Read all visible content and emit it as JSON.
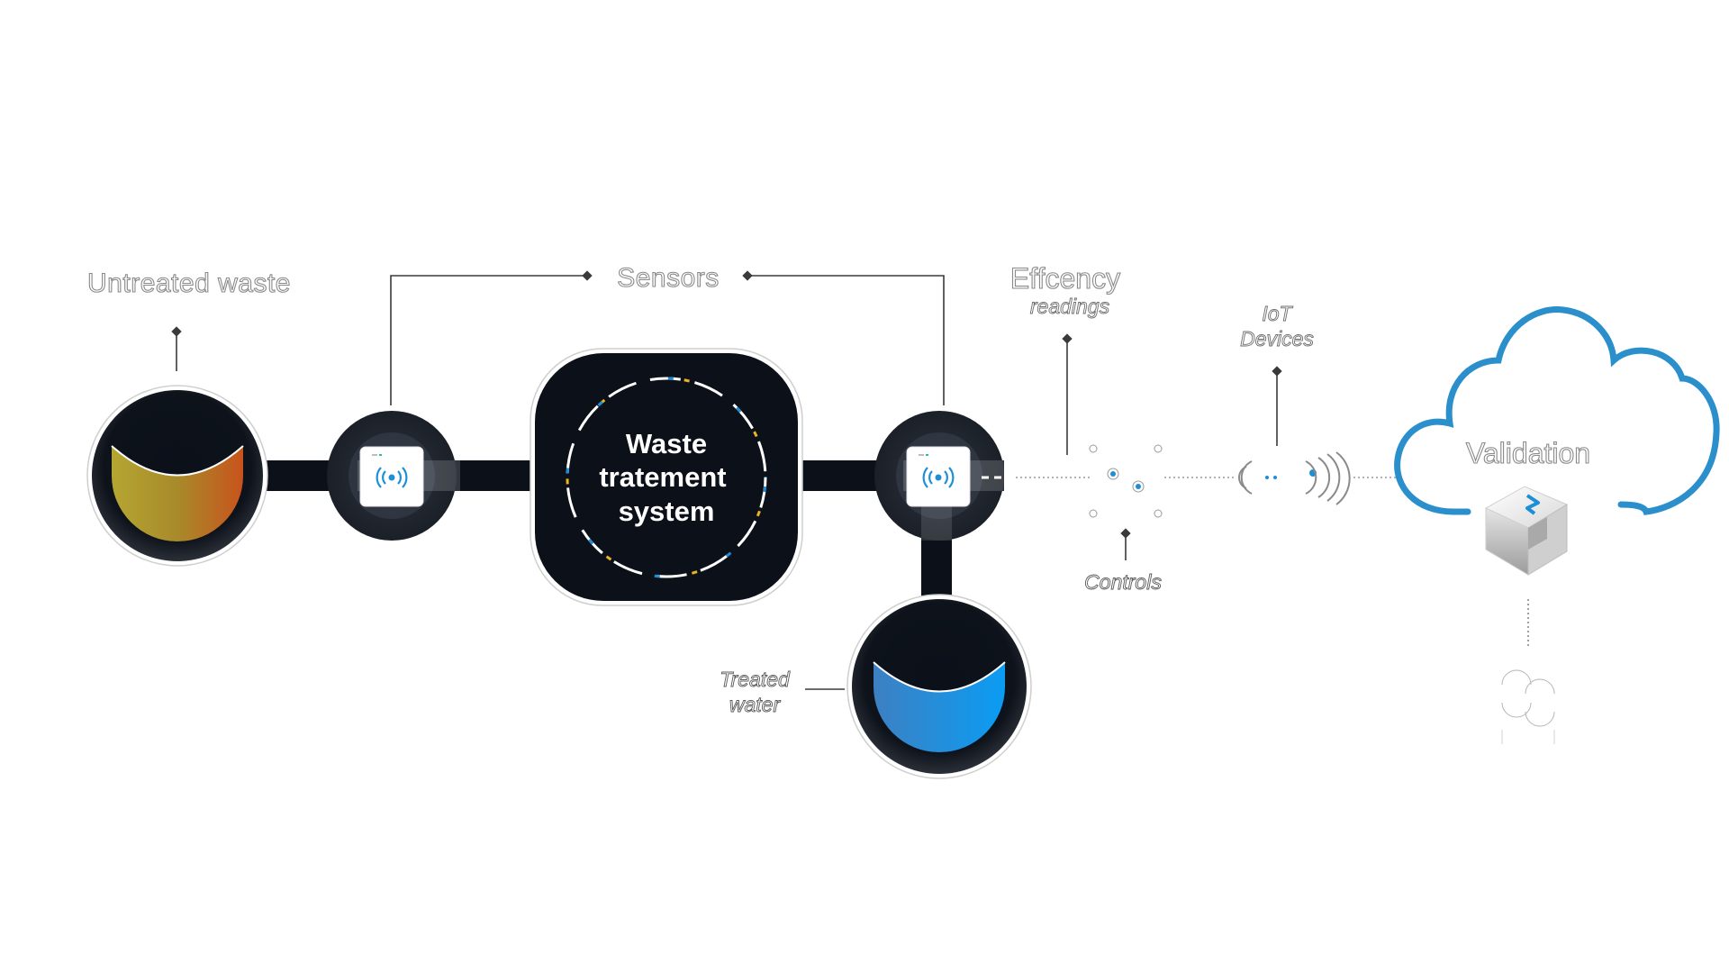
{
  "labels": {
    "untreated": "Untreated waste",
    "sensors": "Sensors",
    "efficiency_1": "Effcency",
    "efficiency_2": "readings",
    "iot_1": "IoT",
    "iot_2": "Devices",
    "controls": "Controls",
    "treated_1": "Treated",
    "treated_2": "water",
    "validation": "Validation",
    "system_1": "Waste",
    "system_2": "tratement",
    "system_3": "system"
  },
  "icons": {
    "sensor_1": "wireless-signal-icon",
    "sensor_2": "wireless-signal-icon",
    "controls": "network-nodes-icon",
    "iot": "broadcast-signal-icon",
    "cube": "cube-logo-icon",
    "link": "link-chain-icon",
    "cloud": "cloud-icon"
  },
  "colors": {
    "dark": "#0b1019",
    "accent_blue": "#1c8fd6",
    "cloud_blue": "#2a8fcb",
    "ring_yellow": "#e8b422",
    "untreated_left": "#b5a632",
    "untreated_right": "#c8531c",
    "treated_left": "#3d8ed0",
    "treated_right": "#0b9cf3"
  }
}
